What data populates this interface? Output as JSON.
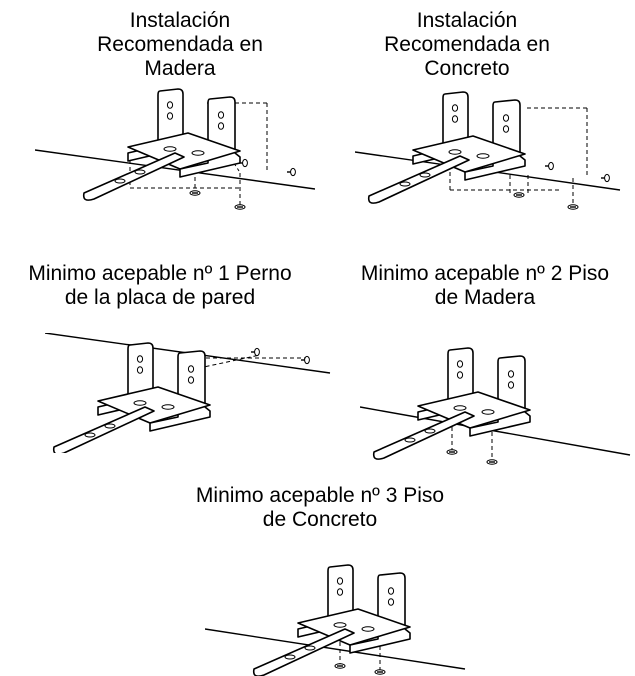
{
  "captions": {
    "wood_recommended": "Instalación\nRecomendada en\nMadera",
    "concrete_recommended": "Instalación\nRecomendada en\nConcreto",
    "minimum_1": "Minimo acepable nº 1 Perno\nde la placa de pared",
    "minimum_2": "Minimo acepable nº 2 Piso\nde Madera",
    "minimum_3": "Minimo acepable nº 3 Piso\nde Concreto"
  }
}
